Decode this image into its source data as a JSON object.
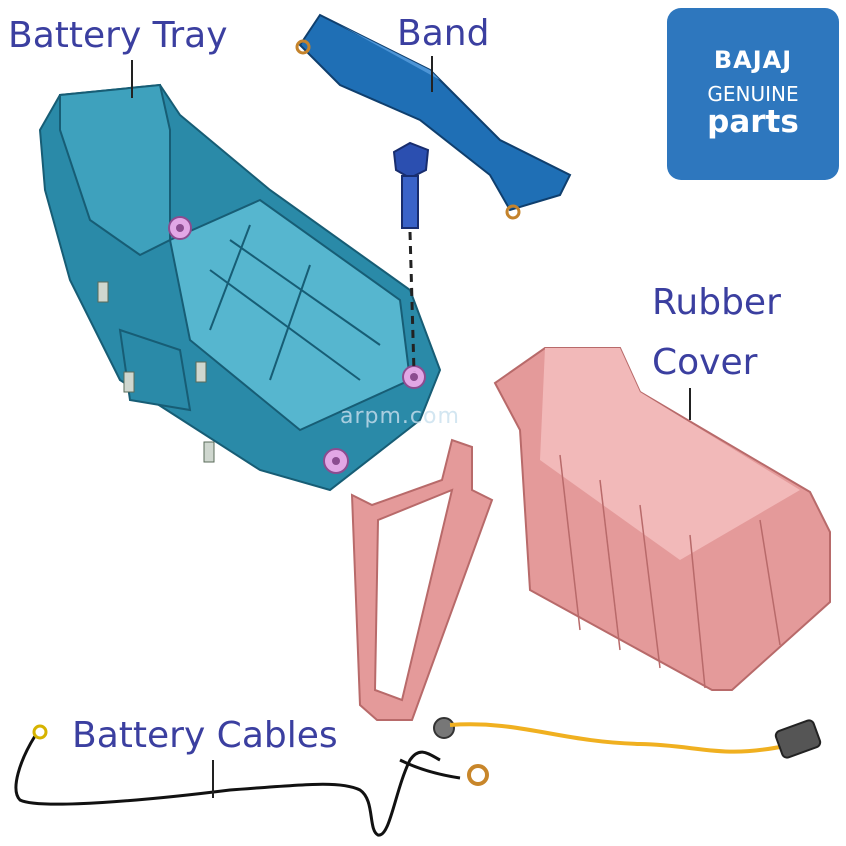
{
  "labels": {
    "battery_tray": "Battery Tray",
    "band": "Band",
    "rubber_cover_line1": "Rubber",
    "rubber_cover_line2": "Cover",
    "battery_cables": "Battery Cables"
  },
  "logo": {
    "brand": "BAJAJ",
    "line2": "GENUINE",
    "line3": "parts"
  },
  "watermark": "arpm.com",
  "colors": {
    "label_text": "#3b3fa0",
    "tray": "#2a8aa8",
    "band": "#1f6fb5",
    "rubber": "#e49a9a",
    "cable_yellow": "#f0b020",
    "cable_black": "#111111",
    "logo_bg": "#2e77be"
  }
}
